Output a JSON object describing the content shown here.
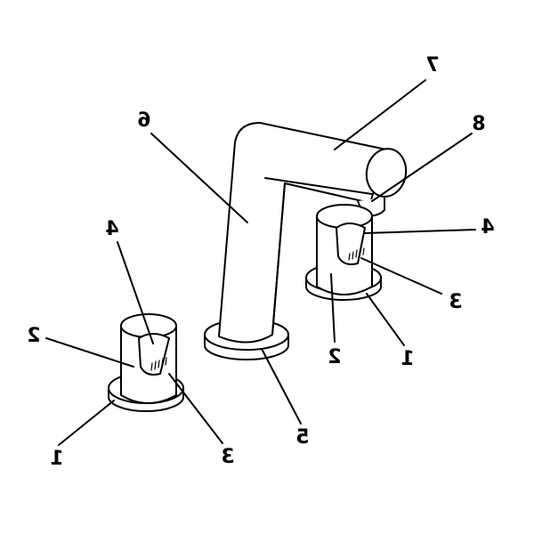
{
  "labels": {
    "spout": "7",
    "spout_body": "6",
    "aerator": "8",
    "right_handle_top": "4",
    "right_handle_marking": "3",
    "right_handle_body": "2",
    "right_base": "1",
    "center_base": "5",
    "left_handle_top": "4",
    "left_handle_body": "2",
    "left_base": "1",
    "left_handle_marking": "3"
  }
}
